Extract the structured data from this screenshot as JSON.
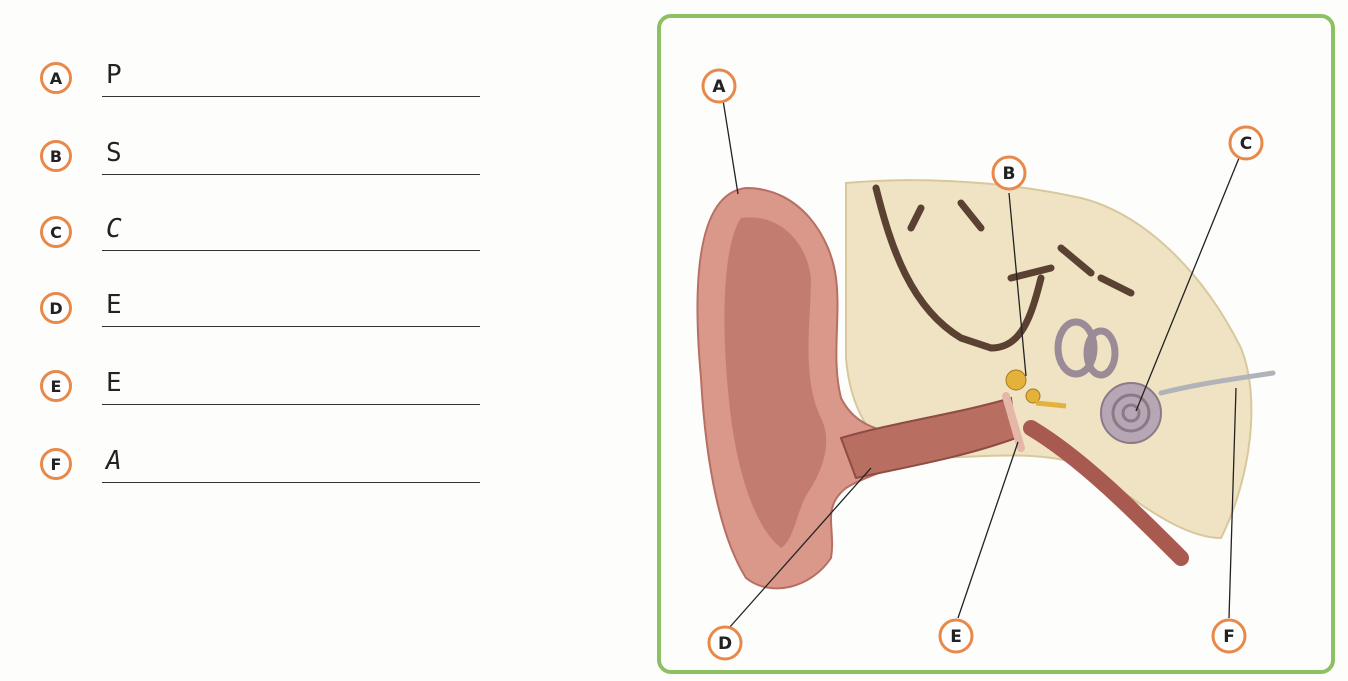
{
  "answers": [
    {
      "letter": "A",
      "written": "P"
    },
    {
      "letter": "B",
      "written": "S"
    },
    {
      "letter": "C",
      "written": "C"
    },
    {
      "letter": "D",
      "written": "E"
    },
    {
      "letter": "E",
      "written": "E"
    },
    {
      "letter": "F",
      "written": "A"
    }
  ],
  "diagram_labels": [
    "A",
    "B",
    "C",
    "D",
    "E",
    "F"
  ],
  "colors": {
    "badge_border": "#e8894a",
    "frame_border": "#8cc063",
    "skin": "#d9988a",
    "bone": "#efe3c4"
  }
}
